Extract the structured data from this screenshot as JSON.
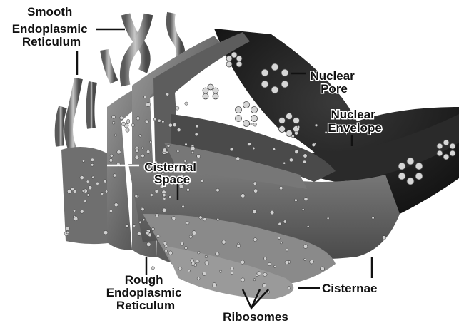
{
  "labels": {
    "smooth_er": [
      "Smooth",
      "Endoplasmic",
      "Reticulum"
    ],
    "nuclear_pore": [
      "Nuclear",
      "Pore"
    ],
    "nuclear_envelope": [
      "Nuclear",
      "Envelope"
    ],
    "cisternal_space": [
      "Cisternal",
      "Space"
    ],
    "rough_er": [
      "Rough",
      "Endoplasmic",
      "Reticulum"
    ],
    "cisternae": [
      "Cisternae"
    ],
    "ribosomes": [
      "Ribosomes"
    ]
  },
  "colors": {
    "membrane_light": "#8a8a8a",
    "membrane_mid": "#5e5e5e",
    "membrane_dark": "#2b2b2b",
    "nucleus": "#1a1a1a",
    "ribosome": "#cfcfcf"
  }
}
